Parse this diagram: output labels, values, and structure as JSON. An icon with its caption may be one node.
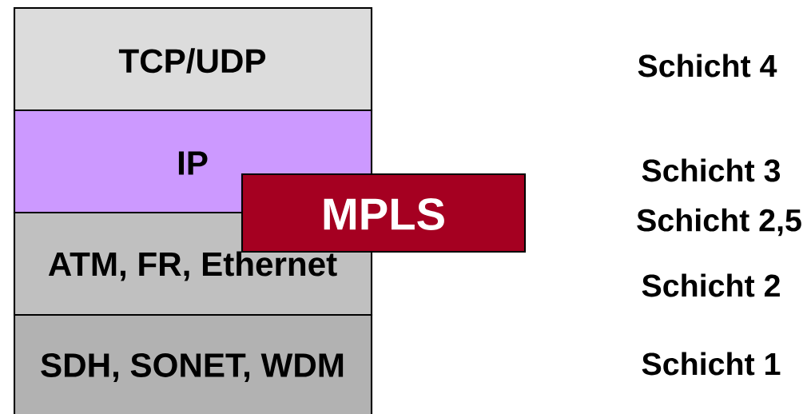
{
  "diagram": {
    "nodes": [
      {
        "text": [
          "TCP/UDP"
        ]
      },
      {
        "text": [
          "IP"
        ]
      },
      {
        "text": [
          "ATM, FR, Ethernet"
        ]
      },
      {
        "text": [
          "SDH, SONET, WDM"
        ]
      },
      {
        "text": [
          "MPLS"
        ]
      }
    ],
    "labels": [
      "Schicht 4",
      "Schicht 3",
      "Schicht 2,5",
      "Schicht 2",
      "Schicht 1"
    ]
  }
}
